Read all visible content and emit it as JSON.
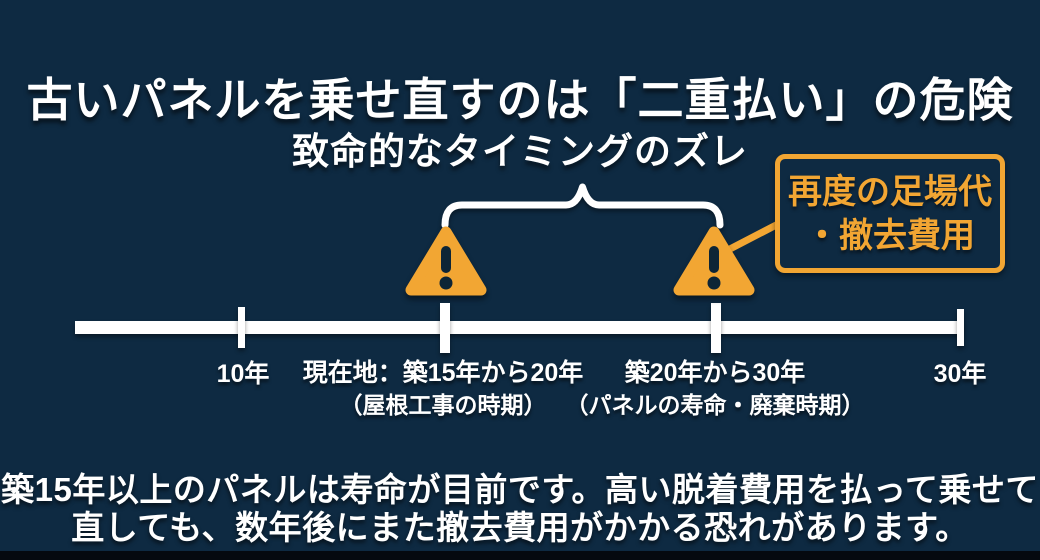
{
  "title": "古いパネルを乗せ直すのは「二重払い」の危険",
  "subtitle": "致命的なタイミングのズレ",
  "callout": {
    "line1": "再度の足場代",
    "line2": "・撤去費用"
  },
  "timeline": {
    "ticks": [
      {
        "label": "10年"
      },
      {
        "label": "現在地：築15年から20年",
        "sublabel": "（屋根工事の時期）"
      },
      {
        "label": "築20年から30年",
        "sublabel": "（パネルの寿命・廃棄時期）"
      },
      {
        "label": "30年"
      }
    ]
  },
  "footer": {
    "line1": "築15年以上のパネルは寿命が目前です。高い脱着費用を払って乗せて",
    "line2": "直しても、数年後にまた撤去費用がかかる恐れがあります。"
  },
  "colors": {
    "background": "#0e2a42",
    "accent_orange": "#f2a633",
    "text_white": "#ffffff"
  }
}
